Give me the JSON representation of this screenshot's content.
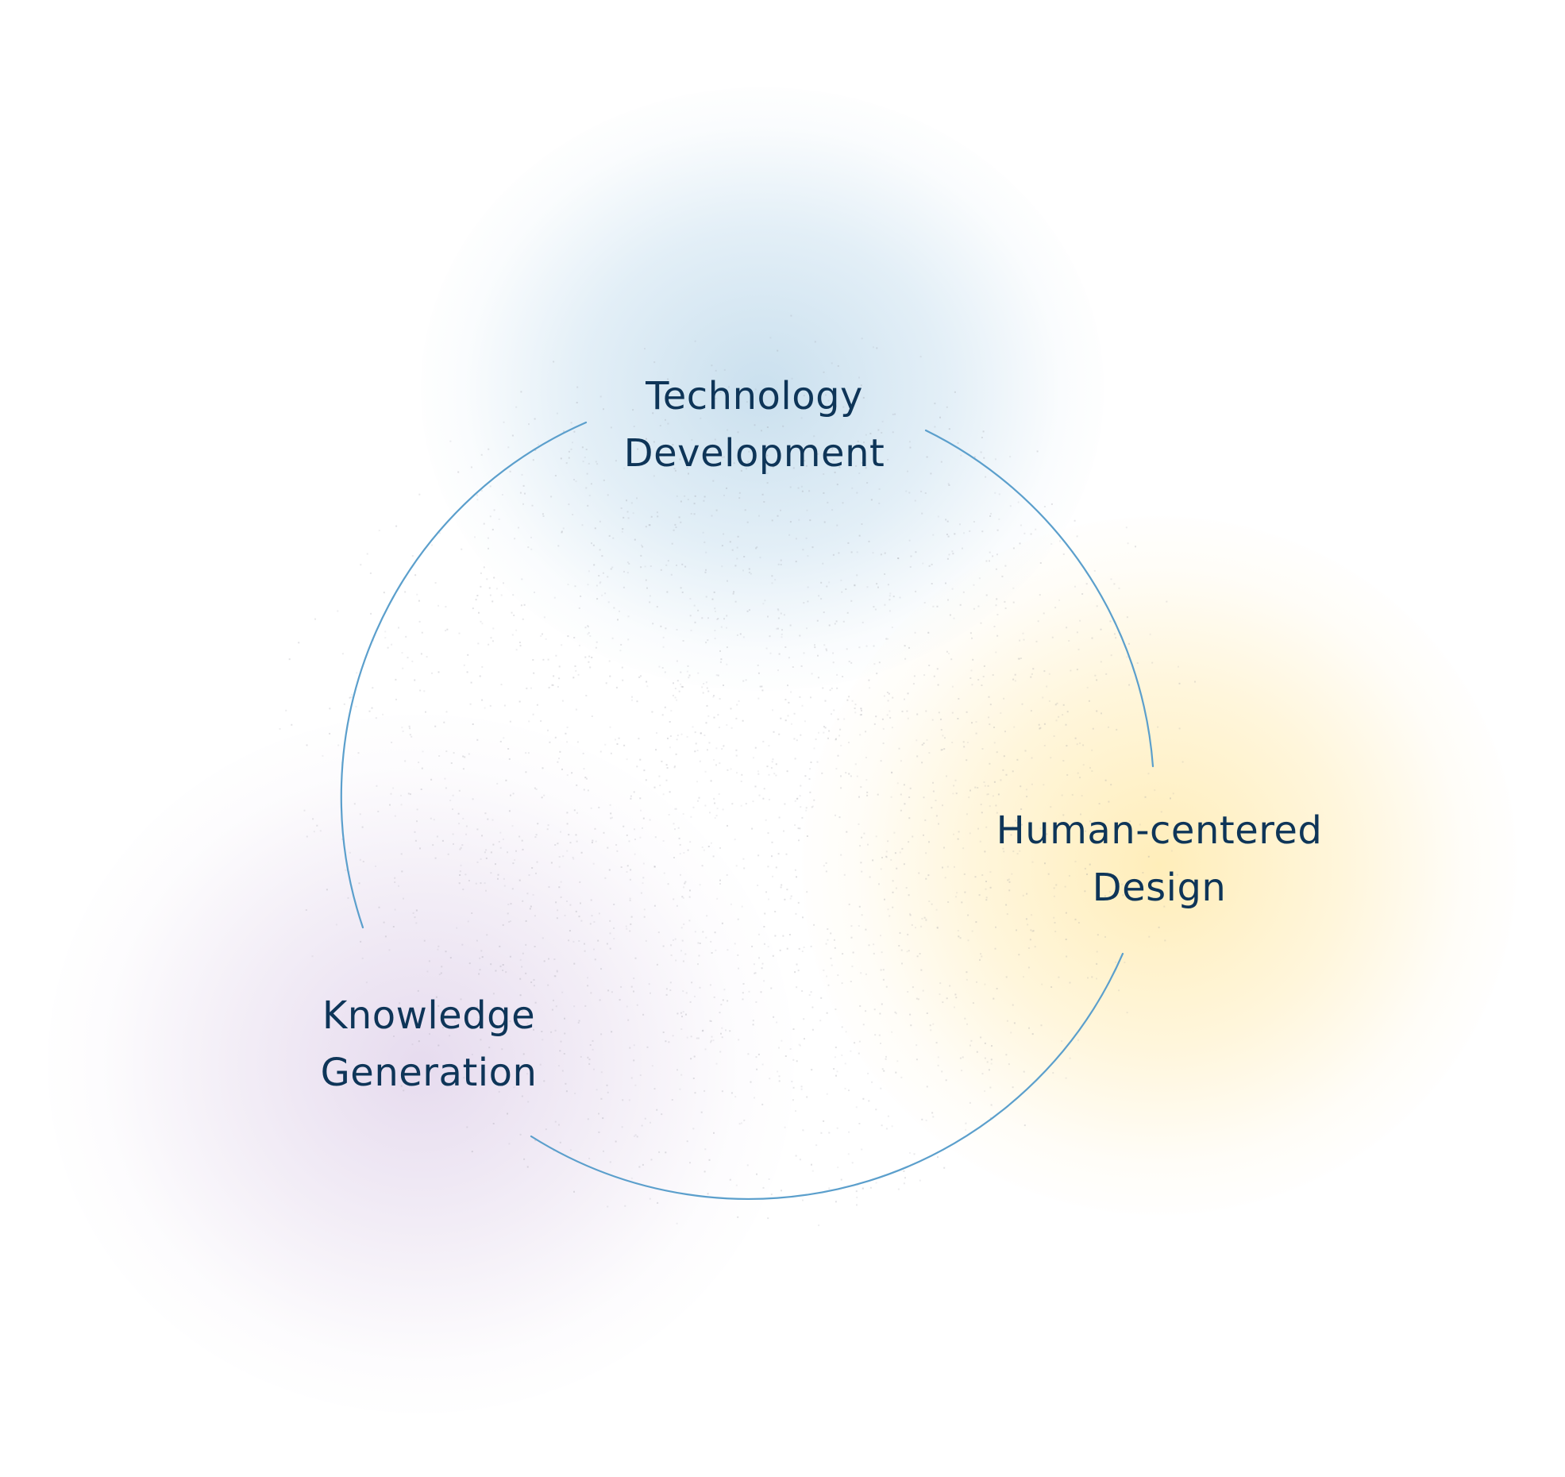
{
  "diagram": {
    "type": "cycle",
    "colors": {
      "line": "#5b9fcc",
      "text": "#0e3558",
      "blob_blue": "#aacde4",
      "blob_yellow": "#ffe28c",
      "blob_purple": "#d2bee1"
    },
    "nodes": [
      {
        "id": "technology-development",
        "line1": "Technology",
        "line2": "Development",
        "position_word": "top"
      },
      {
        "id": "human-centered-design",
        "line1": "Human-centered",
        "line2": "Design",
        "position_word": "right"
      },
      {
        "id": "knowledge-generation",
        "line1": "Knowledge",
        "line2": "Generation",
        "position_word": "bottom-left"
      }
    ]
  }
}
